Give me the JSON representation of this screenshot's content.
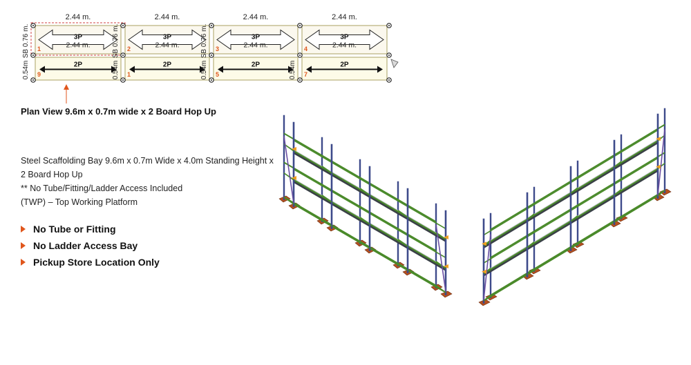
{
  "plan": {
    "bay_width_labels": [
      "2.44 m.",
      "2.44 m.",
      "2.44 m.",
      "2.44 m."
    ],
    "top_row": [
      {
        "boards": "3P",
        "width": "2.44 m.",
        "num": "1"
      },
      {
        "boards": "3P",
        "width": "2.44 m.",
        "num": "2"
      },
      {
        "boards": "3P",
        "width": "2.44 m.",
        "num": "3"
      },
      {
        "boards": "3P",
        "width": "2.44 m.",
        "num": "4"
      }
    ],
    "bottom_row": [
      {
        "boards": "2P",
        "num": "9"
      },
      {
        "boards": "2P",
        "num": "1"
      },
      {
        "boards": "2P",
        "num": "5"
      },
      {
        "boards": "2P",
        "num": "7"
      }
    ],
    "side_labels_top": [
      "SB 0.76 m.",
      "SB 0.76 m.",
      "SB 0.76 m."
    ],
    "side_labels_bottom": [
      "0.54m",
      "0.54m",
      "0.54m",
      "0.54m"
    ]
  },
  "plan_title": "Plan View 9.6m x 0.7m wide x 2 Board Hop Up",
  "description": {
    "line1": "Steel Scaffolding Bay 9.6m x 0.7m Wide x 4.0m Standing Height x",
    "line2": "2 Board Hop Up",
    "line3": "** No Tube/Fitting/Ladder Access Included",
    "line4": "(TWP) – Top Working Platform"
  },
  "bullets": [
    "No Tube or Fitting",
    "No Ladder Access Bay",
    "Pickup Store Location Only"
  ],
  "colors": {
    "accent": "#e0561c",
    "frame_green": "#4a8a2a",
    "standard_blue": "#3d4a8a",
    "deck_grey": "#8f969a",
    "sole_board": "#b5501f"
  }
}
